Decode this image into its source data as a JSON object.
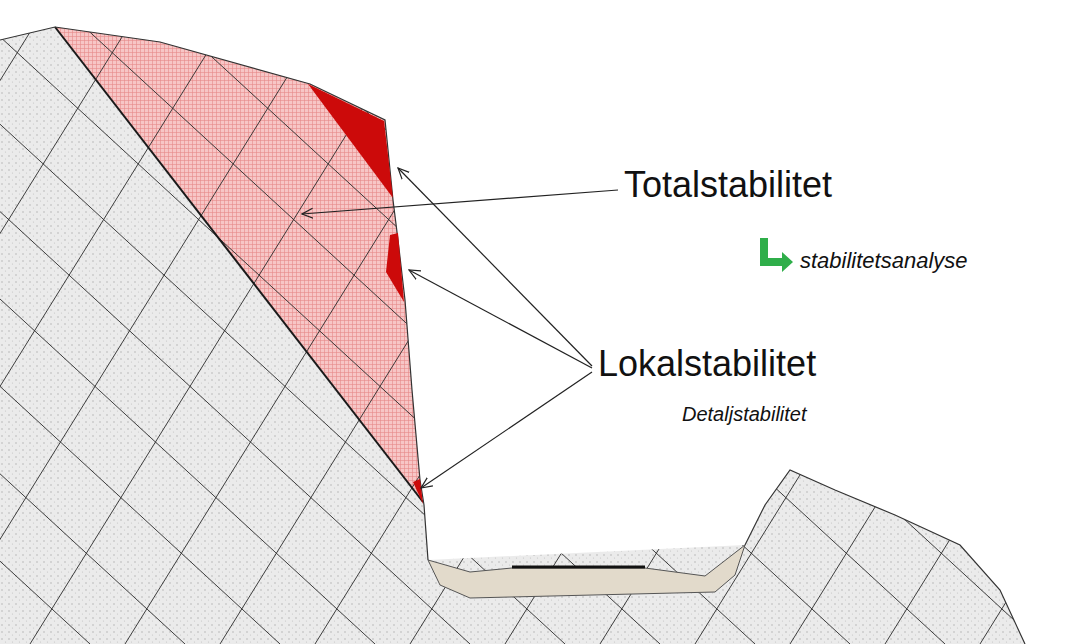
{
  "diagram": {
    "labels": [
      "Totalstabilitet",
      "stabilitetsanalyse",
      "Lokalstabilitet",
      "Detaljstabilitet"
    ]
  }
}
